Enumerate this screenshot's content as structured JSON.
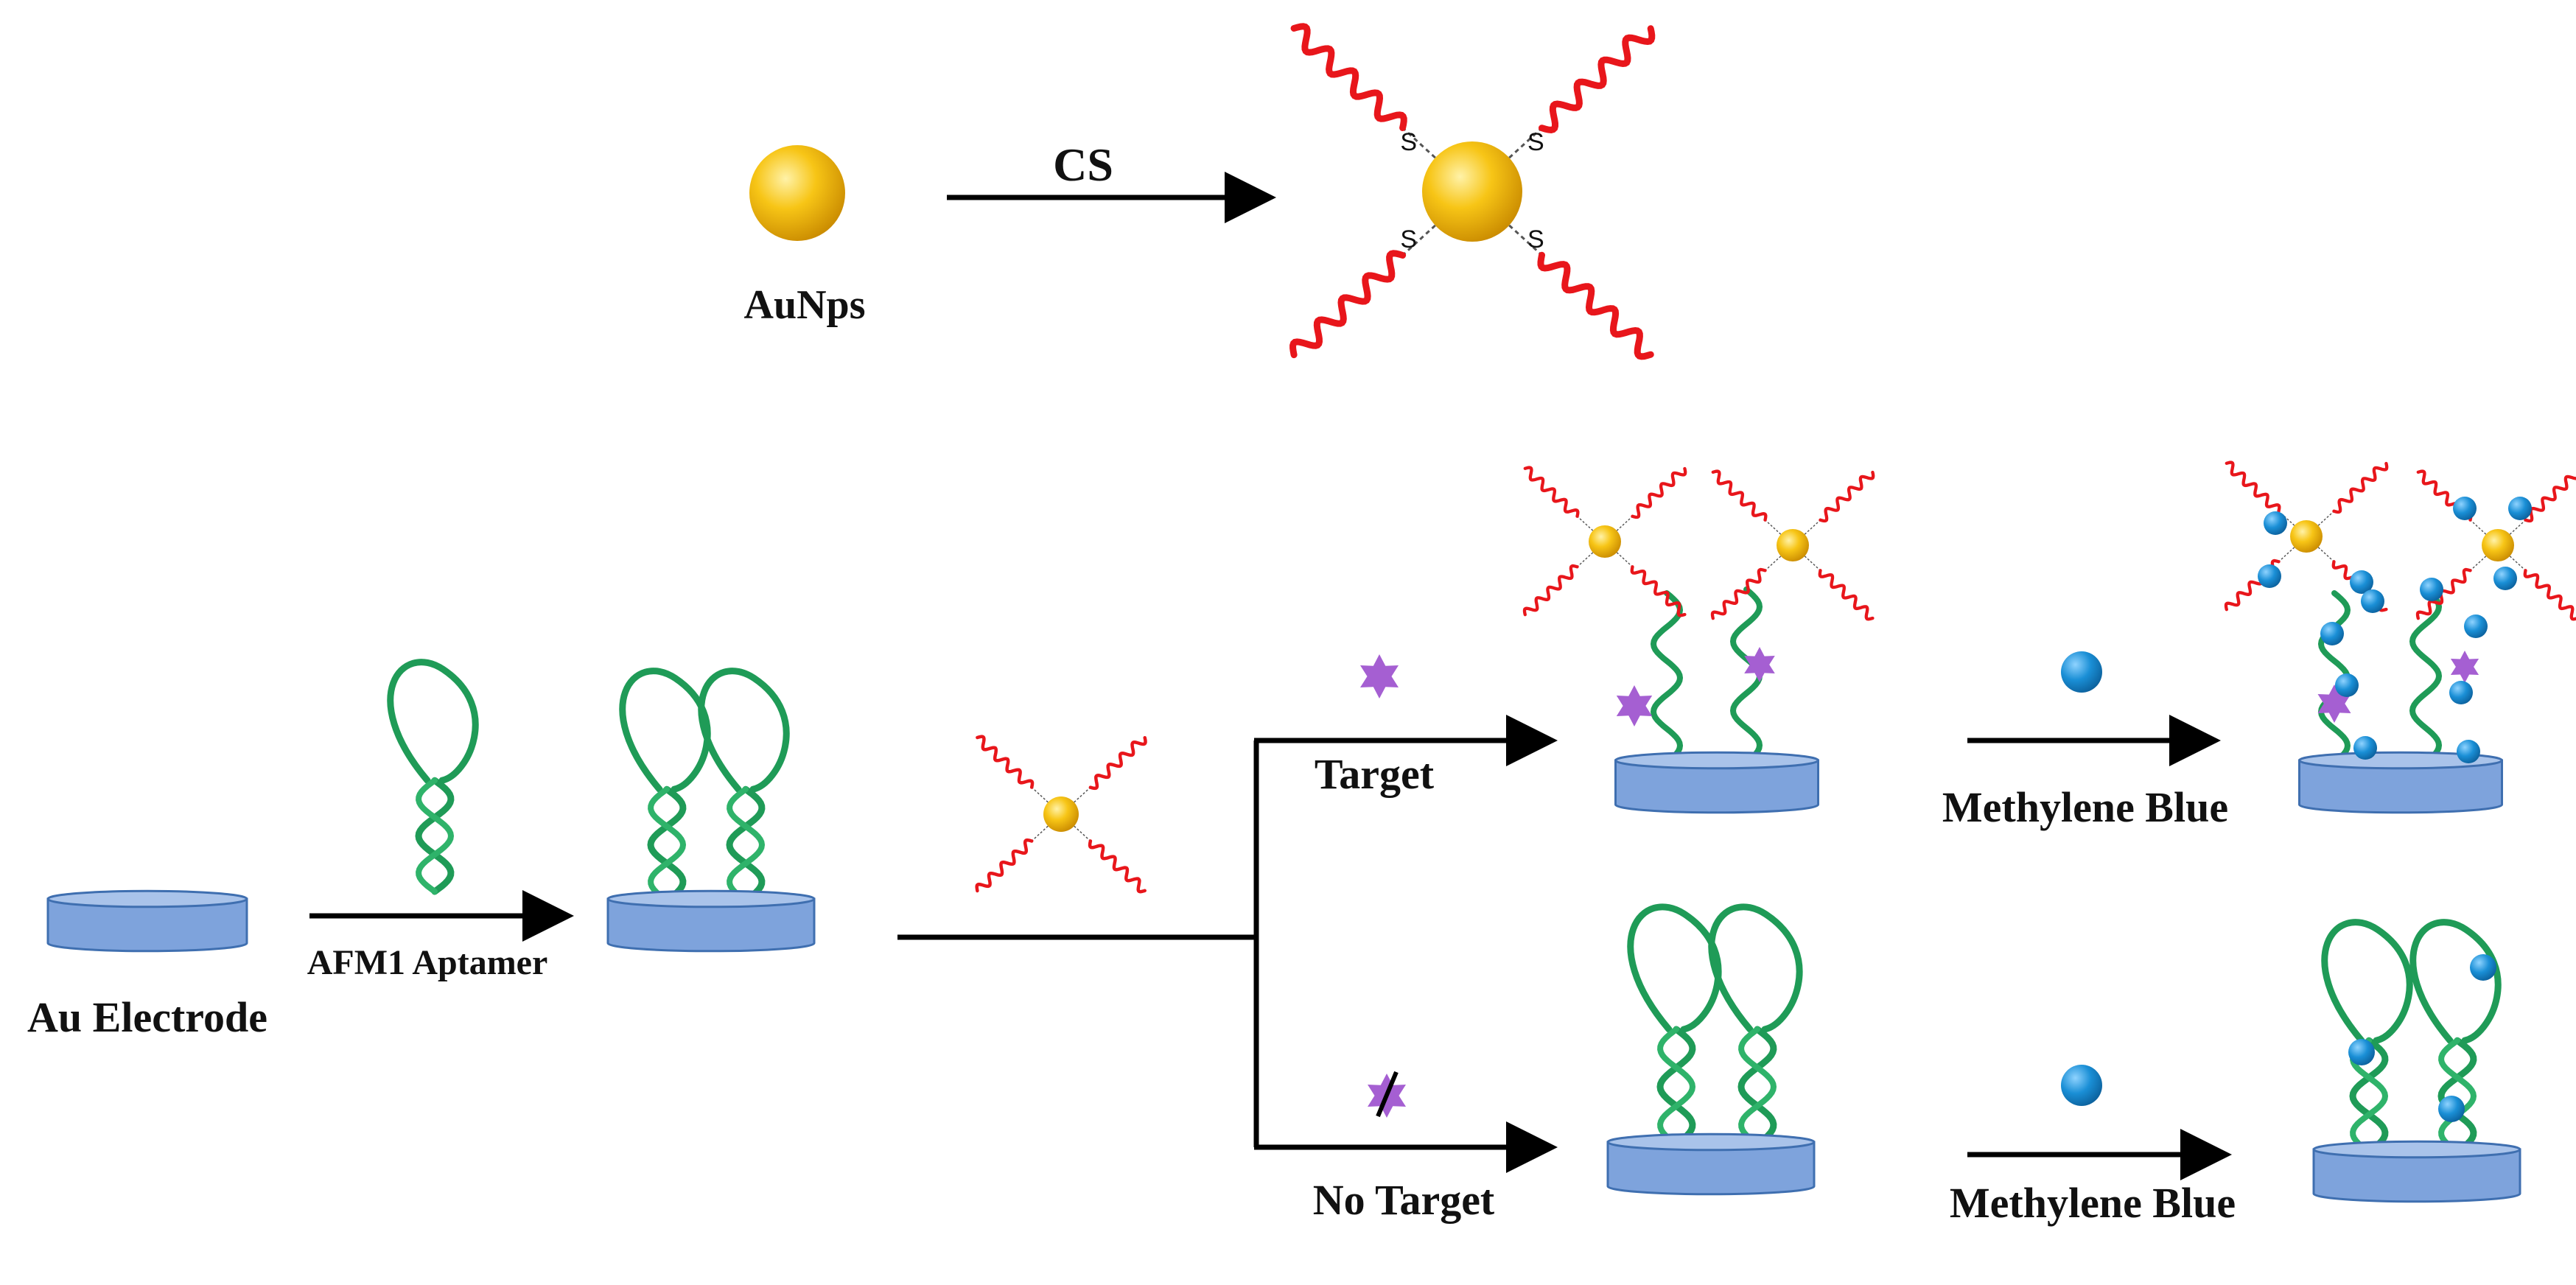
{
  "labels": {
    "aunps": "AuNps",
    "cs": "CS",
    "au_electrode": "Au Electrode",
    "afm1_aptamer": "AFM1 Aptamer",
    "target": "Target",
    "no_target": "No Target",
    "methylene_blue_top": "Methylene Blue",
    "methylene_blue_bottom": "Methylene Blue"
  },
  "thiol_label": "S",
  "colors": {
    "gold": "#f2b600",
    "gold_light": "#fff2a8",
    "gold_dark": "#c98a00",
    "cs_strand": "#e8161b",
    "aptamer": "#1f9b57",
    "electrode_fill": "#7ea3dc",
    "electrode_top": "#a9c3ea",
    "electrode_edge": "#3f6fb0",
    "target_star": "#a55fd2",
    "methylene_blue": "#1a8fd6",
    "arrow": "#000000"
  }
}
